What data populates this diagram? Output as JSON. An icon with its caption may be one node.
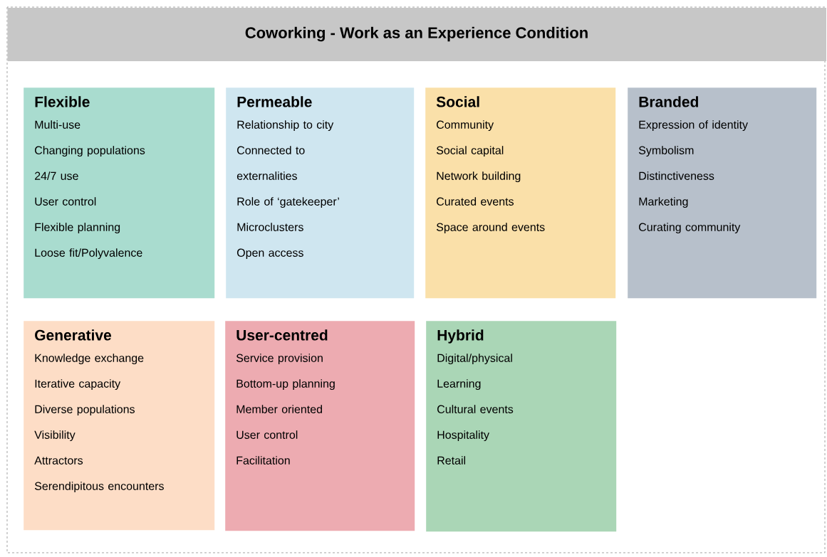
{
  "diagram": {
    "title": "Coworking - Work as an Experience Condition",
    "nodes": [
      {
        "text": [
          "Flexible",
          "Multi-use",
          "Changing populations",
          "24/7 use",
          "User control",
          "Flexible planning",
          "Loose fit/Polyvalence"
        ]
      },
      {
        "text": [
          "Permeable",
          "Relationship to city",
          "Connected to externalities",
          "Role of ‘gatekeeper’",
          "Microclusters",
          "Open access"
        ]
      },
      {
        "text": [
          "Social",
          "Community",
          "Social capital",
          "Network building",
          "Curated events",
          "Space around events"
        ]
      },
      {
        "text": [
          "Branded",
          "Expression of identity",
          "Symbolism",
          "Distinctiveness",
          "Marketing",
          "Curating community"
        ]
      },
      {
        "text": [
          "Generative",
          "Knowledge exchange",
          "Iterative capacity",
          "Diverse populations",
          "Visibility",
          "Attractors",
          "Serendipitous encounters"
        ]
      },
      {
        "text": [
          "User-centred",
          "Service provision",
          "Bottom-up planning",
          "Member oriented",
          "User control",
          "Facilitation"
        ]
      },
      {
        "text": [
          "Hybrid",
          "Digital/physical",
          "Learning",
          "Cultural events",
          "Hospitality",
          "Retail"
        ]
      }
    ]
  }
}
